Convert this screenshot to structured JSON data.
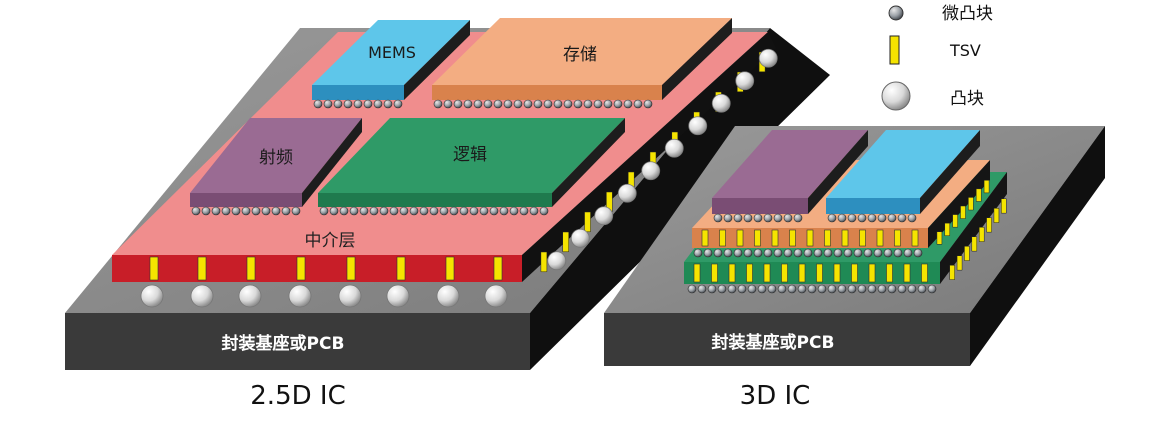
{
  "legend": {
    "microbump": "微凸块",
    "tsv": "TSV",
    "bump": "凸块"
  },
  "ic25d": {
    "chips": {
      "mems": "MEMS",
      "memory": "存储",
      "rf": "射频",
      "logic": "逻辑"
    },
    "interposer": "中介层",
    "substrate": "封装基座或PCB",
    "caption": "2.5D IC"
  },
  "ic3d": {
    "substrate": "封装基座或PCB",
    "caption": "3D IC"
  },
  "colors": {
    "substrate_front": "#3a3a3a",
    "substrate_top": "#8a8a8a",
    "interposer_top": "#f08d8d",
    "interposer_front": "#c81e28",
    "mems": "#5ec6ea",
    "memory": "#f3ad82",
    "rf": "#9a6b93",
    "logic": "#2f9a67",
    "tsv": "#f5e400"
  }
}
